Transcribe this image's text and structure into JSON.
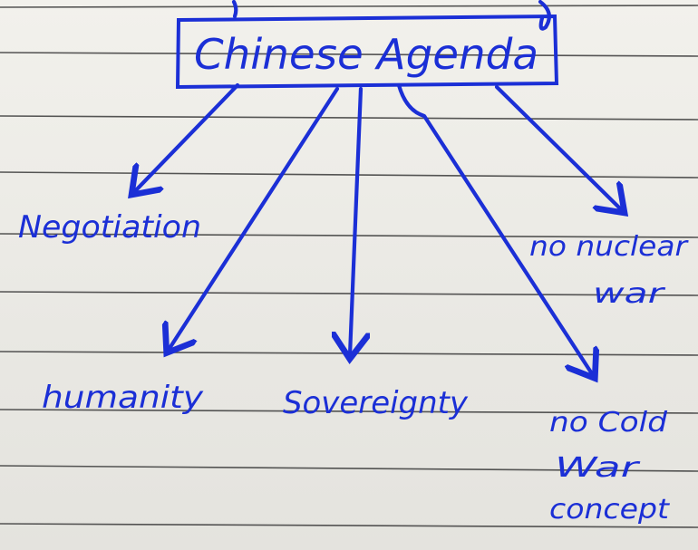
{
  "diagram": {
    "root": {
      "label": "Chinese Agenda"
    },
    "branches": [
      {
        "id": "negotiation",
        "label": "Negotiation"
      },
      {
        "id": "humanity",
        "label": "humanity"
      },
      {
        "id": "sovereignty",
        "label": "Sovereignty"
      },
      {
        "id": "no-cold-war",
        "label": "no Cold War concept"
      },
      {
        "id": "no-nuclear-war",
        "label": "no nuclear war"
      }
    ]
  },
  "colors": {
    "ink": "#1b2fd6",
    "paper": "#ecebe6",
    "rule": "#3a3a3a"
  }
}
